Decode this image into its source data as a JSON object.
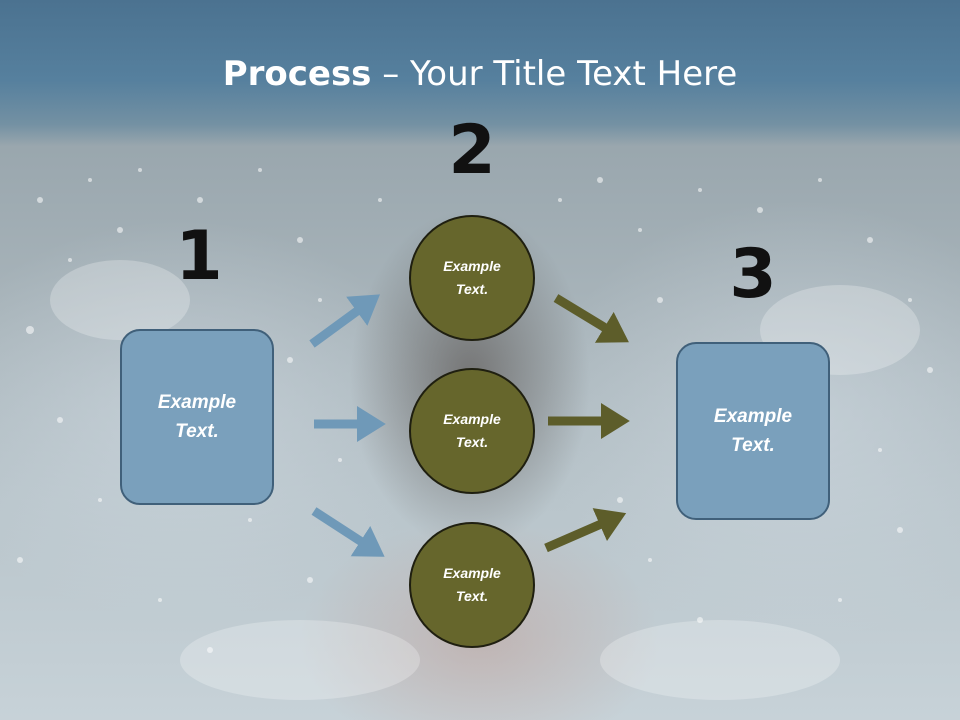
{
  "slide": {
    "title_bold": "Process",
    "title_rest": " – Your Title Text Here",
    "steps": {
      "left": "1",
      "middle": "2",
      "right": "3"
    },
    "left_box": {
      "text": "Example\nText."
    },
    "right_box": {
      "text": "Example\nText."
    },
    "circles": [
      {
        "text": "Example\nText."
      },
      {
        "text": "Example\nText."
      },
      {
        "text": "Example\nText."
      }
    ]
  },
  "colors": {
    "header_blue": "#4b7290",
    "box_fill": "#7aa0bc",
    "box_border": "#40607a",
    "circle_fill": "#66662c",
    "circle_border": "#1f1f10",
    "blue_arrow": "#6f99b8",
    "olive_arrow": "#5d5d2a"
  }
}
